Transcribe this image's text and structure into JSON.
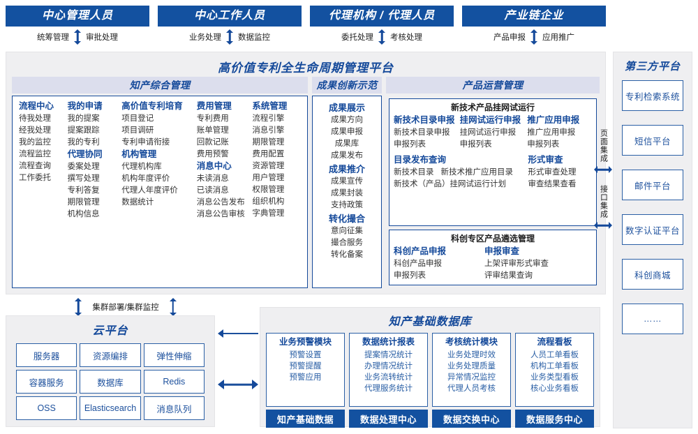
{
  "roles": [
    {
      "title": "中心管理人员",
      "left": "统筹管理",
      "right": "审批处理"
    },
    {
      "title": "中心工作人员",
      "left": "业务处理",
      "right": "数据监控"
    },
    {
      "title": "代理机构 / 代理人员",
      "left": "委托处理",
      "right": "考核处理"
    },
    {
      "title": "产业链企业",
      "left": "产品申报",
      "right": "应用推广"
    }
  ],
  "platform": {
    "title": "高价值专利全生命周期管理平台",
    "sections": {
      "zhichan": {
        "header": "知产综合管理",
        "columns": [
          {
            "groups": [
              {
                "title": "流程中心",
                "items": [
                  "待我处理",
                  "经我处理",
                  "我的监控",
                  "流程监控",
                  "流程查询",
                  "工作委托"
                ]
              }
            ]
          },
          {
            "groups": [
              {
                "title": "我的申请",
                "items": [
                  "我的提案",
                  "提案跟踪",
                  "我的专利"
                ]
              },
              {
                "title": "代理协同",
                "items": [
                  "委案处理",
                  "撰写处理",
                  "专利答复",
                  "期限管理",
                  "机构信息"
                ]
              }
            ]
          },
          {
            "groups": [
              {
                "title": "高价值专利培育",
                "items": [
                  "项目登记",
                  "项目调研",
                  "专利申请衔接"
                ]
              },
              {
                "title": "机构管理",
                "items": [
                  "代理机构库",
                  "机构年度评价",
                  "代理人年度评价",
                  "数据统计"
                ]
              }
            ]
          },
          {
            "groups": [
              {
                "title": "费用管理",
                "items": [
                  "专利费用",
                  "账单管理",
                  "回款记账",
                  "费用预警"
                ]
              },
              {
                "title": "消息中心",
                "items": [
                  "未读消息",
                  "已读消息",
                  "消息公告发布",
                  "消息公告审核"
                ]
              }
            ]
          },
          {
            "groups": [
              {
                "title": "系统管理",
                "items": [
                  "流程引擎",
                  "消息引擎",
                  "期限管理",
                  "费用配置",
                  "资源管理",
                  "用户管理",
                  "权限管理",
                  "组织机构",
                  "字典管理"
                ]
              }
            ]
          }
        ]
      },
      "chengguo": {
        "header": "成果创新示范",
        "groups": [
          {
            "title": "成果展示",
            "items": [
              "成果方向",
              "成果申报",
              "成果库",
              "成果发布"
            ]
          },
          {
            "title": "成果推介",
            "items": [
              "成果宣传",
              "成果封装",
              "支持政策"
            ]
          },
          {
            "title": "转化撮合",
            "items": [
              "意向征集",
              "撮合服务",
              "转化备案"
            ]
          }
        ]
      },
      "chanpin": {
        "header": "产品运营管理",
        "boxes": [
          {
            "title": "新技术产品挂网试运行",
            "row1": [
              {
                "title": "新技术目录申报",
                "items": [
                  "新技术目录申报",
                  "申报列表"
                ]
              },
              {
                "title": "挂网试运行申报",
                "items": [
                  "挂网试运行申报",
                  "申报列表"
                ]
              },
              {
                "title": "推广应用申报",
                "items": [
                  "推广应用申报",
                  "申报列表"
                ]
              }
            ],
            "row2_left": {
              "title": "目录发布查询",
              "inline": [
                "新技术目录",
                "新技术推广应用目录"
              ],
              "items": [
                "新技术（产品）挂网试运行计划"
              ]
            },
            "row2_right": {
              "title": "形式审查",
              "items": [
                "形式审查处理",
                "审查结果查看"
              ]
            }
          },
          {
            "title": "科创专区产品遴选管理",
            "row1": [
              {
                "title": "科创产品申报",
                "items": [
                  "科创产品申报",
                  "申报列表"
                ]
              },
              {
                "title": "申报审查",
                "items": [
                  "上架评审形式审查",
                  "评审结果查询"
                ]
              }
            ]
          }
        ]
      }
    }
  },
  "integration": [
    {
      "label": "页面集成"
    },
    {
      "label": "接口集成"
    }
  ],
  "thirdparty": {
    "title": "第三方平台",
    "items": [
      "专利检索系统",
      "短信平台",
      "邮件平台",
      "数字认证平台",
      "科创商城",
      "……"
    ]
  },
  "cluster": {
    "label": "集群部署/集群监控"
  },
  "cloud": {
    "title": "云平台",
    "cells": [
      "服务器",
      "资源编排",
      "弹性伸缩",
      "容器服务",
      "数据库",
      "Redis",
      "OSS",
      "Elasticsearch",
      "消息队列"
    ]
  },
  "database": {
    "title": "知产基础数据库",
    "columns": [
      {
        "title": "业务预警模块",
        "items": [
          "预警设置",
          "预警提醒",
          "预警应用"
        ],
        "footer": "知产基础数据"
      },
      {
        "title": "数据统计报表",
        "items": [
          "提案情况统计",
          "办理情况统计",
          "业务流转统计",
          "代理服务统计"
        ],
        "footer": "数据处理中心"
      },
      {
        "title": "考核统计模块",
        "items": [
          "业务处理时效",
          "业务处理质量",
          "异常情况监控",
          "代理人员考核"
        ],
        "footer": "数据交换中心"
      },
      {
        "title": "流程看板",
        "items": [
          "人员工单看板",
          "机构工单看板",
          "业务类型看板",
          "核心业务看板"
        ],
        "footer": "数据服务中心"
      }
    ]
  },
  "colors": {
    "brand": "#14499a",
    "barFill": "#1351a0",
    "headerFill": "#dcdeed",
    "panelBg": "#efeff1",
    "boxBorder": "#2a5fa5"
  }
}
